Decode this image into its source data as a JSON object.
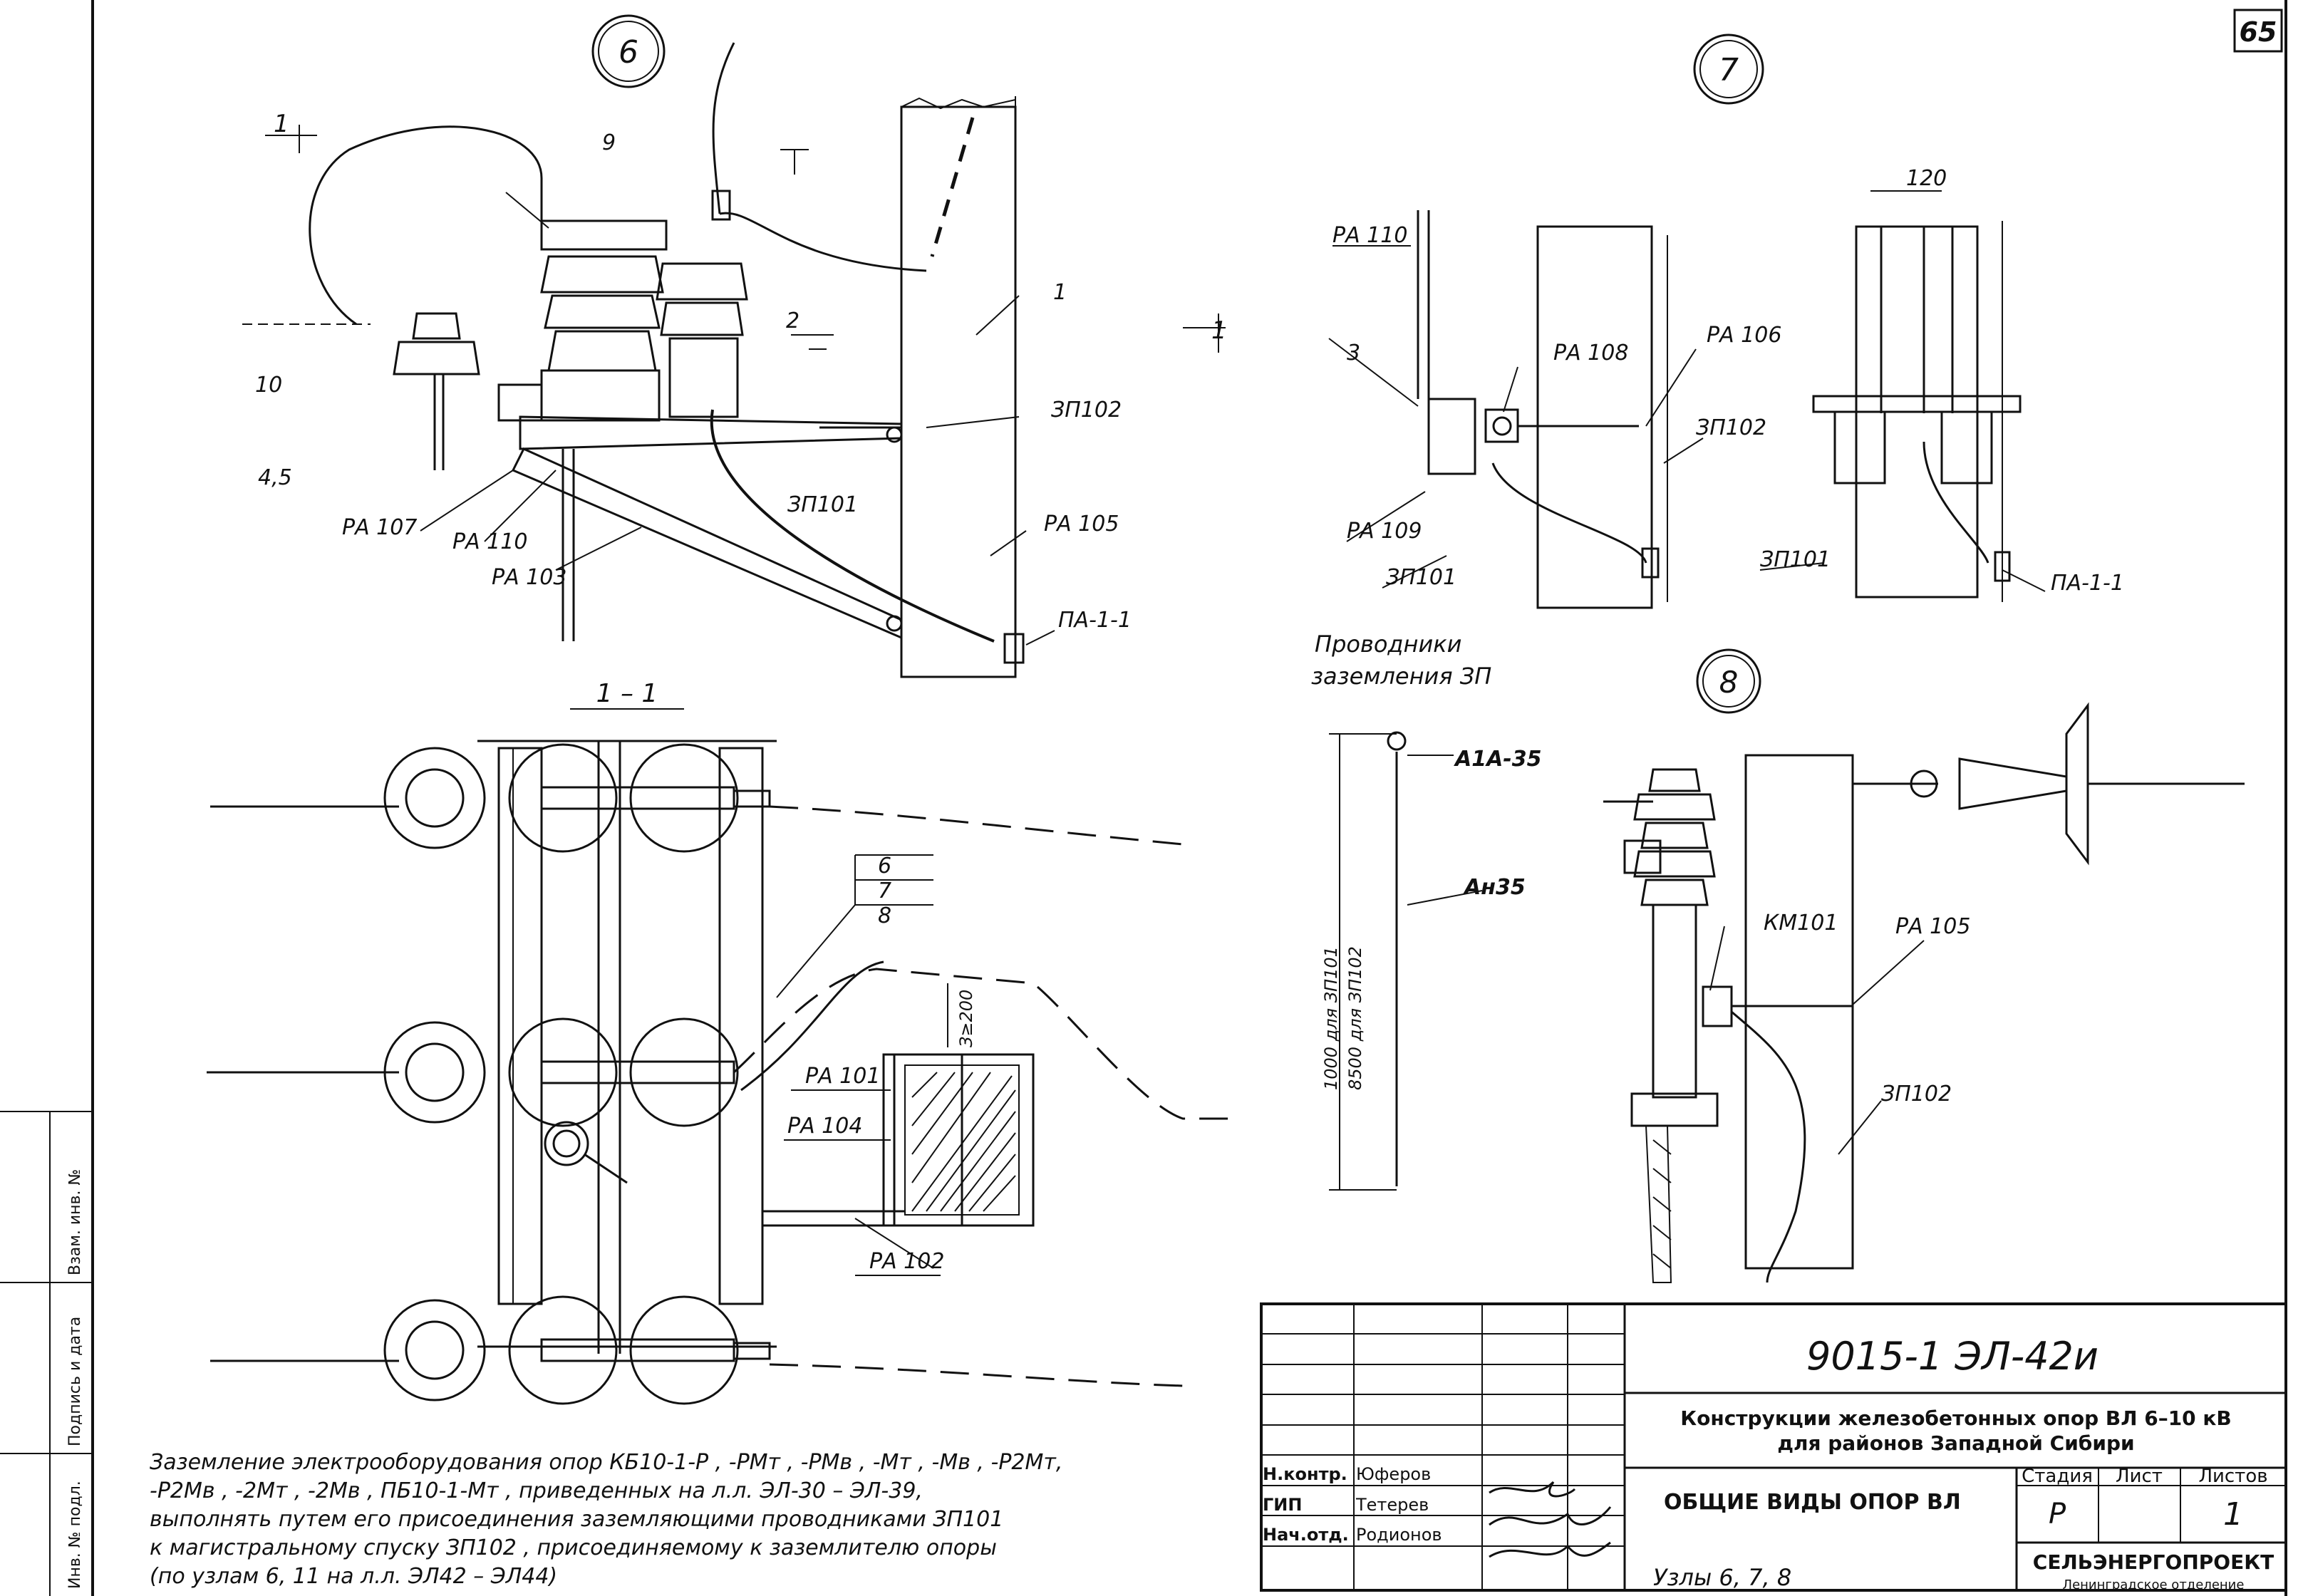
{
  "page_number": "65",
  "views": {
    "v6": {
      "number": "6"
    },
    "v7": {
      "number": "7"
    },
    "v8": {
      "number": "8"
    }
  },
  "section_marks": {
    "cut_left": "1",
    "cut_right": "1",
    "section_title": "1 – 1"
  },
  "labels_v6": {
    "n9": "9",
    "n10": "10",
    "n45": "4,5",
    "n2": "2",
    "n1": "1",
    "pa107": "РА 107",
    "pa110": "РА 110",
    "pa103": "РА 103",
    "zp101": "ЗП101",
    "zp102": "ЗП102",
    "pa105": "РА 105",
    "pa11": "ПА-1-1"
  },
  "labels_plan": {
    "n6": "6",
    "n7": "7",
    "n8": "8",
    "pa101": "РА 101",
    "pa104": "РА 104",
    "pa102": "РА 102",
    "dim200": "З≥200"
  },
  "labels_v7": {
    "pa110": "РА 110",
    "n3": "3",
    "pa108": "РА 108",
    "pa106": "РА 106",
    "zp102": "ЗП102",
    "pa109": "РА 109",
    "zp101": "ЗП101",
    "zp101b": "ЗП101",
    "dim120": "120",
    "pa11": "ПА-1-1"
  },
  "conductors": {
    "title_line1": "Проводники",
    "title_line2": "заземления ЗП",
    "a1a35": "А1А-35",
    "an35": "Ан35",
    "dim_line1": "1000 для ЗП101",
    "dim_line2": "8500 для ЗП102"
  },
  "labels_v8": {
    "km101": "КМ101",
    "pa105": "РА 105",
    "zp102": "ЗП102"
  },
  "note": {
    "line1": "Заземление электрооборудования опор  КБ10-1-Р , -РМт , -РМв , -Мт , -Мв , -Р2Мт,",
    "line2": "-Р2Мв , -2Мт , -2Мв , ПБ10-1-Мт , приведенных на л.л. ЭЛ-30 – ЭЛ-39,",
    "line3": "выполнять путем его присоединения заземляющими проводниками ЗП101",
    "line4": "к магистральному спуску   ЗП102 , присоединяемому к заземлителю опоры",
    "line5": "(по узлам 6, 11 на л.л. ЭЛ42 – ЭЛ44)"
  },
  "side_stamp": {
    "vzam": "Взам. инв. №",
    "podpis": "Подпись и дата",
    "inv": "Инв. № подл."
  },
  "title_block": {
    "doc_code": "9015-1  ЭЛ-42и",
    "project_line1": "Конструкции железобетонных опор  ВЛ  6–10 кВ",
    "project_line2": "для районов Западной Сибири",
    "sheet_title": "ОБЩИЕ ВИДЫ ОПОР  ВЛ",
    "subtitle": "Узлы 6, 7, 8",
    "stage_label": "Стадия",
    "sheet_label": "Лист",
    "sheets_label": "Листов",
    "stage_value": "Р",
    "sheets_value": "1",
    "org": "СЕЛЬЭНЕРГОПРОЕКТ",
    "org_sub": "Ленинградское отделение",
    "roles": [
      {
        "role": "Н.контр.",
        "name": "Юферов"
      },
      {
        "role": "ГИП",
        "name": "Тетерев"
      },
      {
        "role": "Нач.отд.",
        "name": "Родионов"
      }
    ]
  }
}
